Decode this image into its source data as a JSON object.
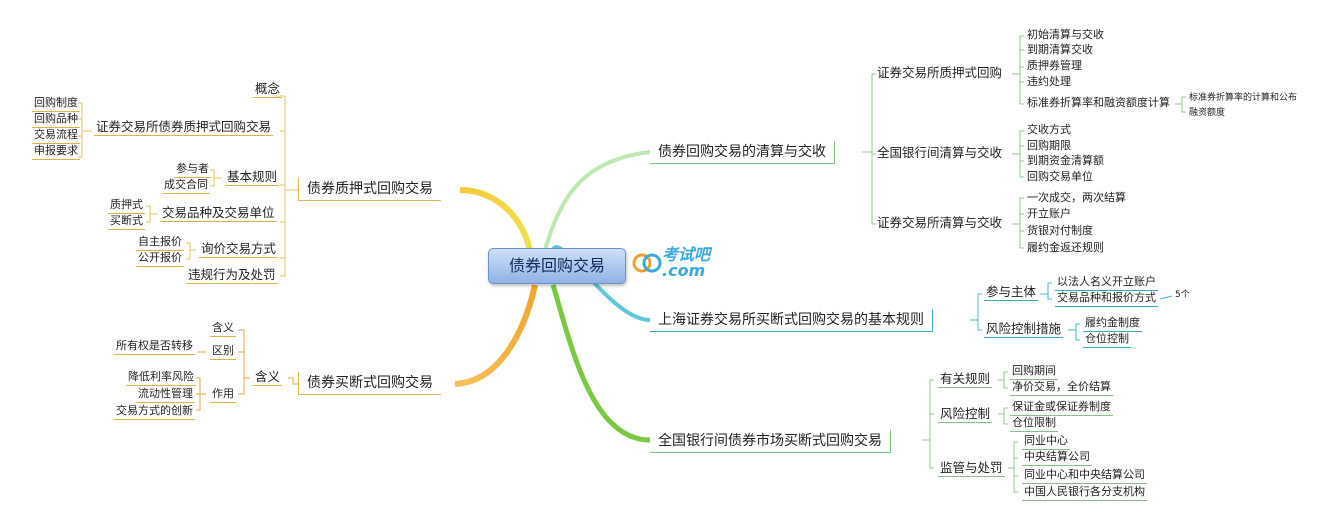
{
  "root": "债券回购交易",
  "logo": {
    "brand": "考试吧",
    "domain": ".com"
  },
  "left": {
    "pledge": {
      "label": "债券质押式回购交易",
      "concept": "概念",
      "exchange_pledge": {
        "label": "证券交易所债券质押式回购交易",
        "items": [
          "回购制度",
          "回购品种",
          "交易流程",
          "申报要求"
        ]
      },
      "basic_rules": {
        "label": "基本规则",
        "items": [
          "参与者",
          "成交合同"
        ]
      },
      "varieties": {
        "label": "交易品种及交易单位",
        "items": [
          "质押式",
          "买断式"
        ]
      },
      "inquiry": {
        "label": "询价交易方式",
        "items": [
          "自主报价",
          "公开报价"
        ]
      },
      "violation": "违规行为及处罚"
    },
    "outright": {
      "label": "债券买断式回购交易",
      "meaning": "含义",
      "sub_meaning": "含义",
      "difference": {
        "label": "区别",
        "items": [
          "所有权是否转移"
        ]
      },
      "function": {
        "label": "作用",
        "items": [
          "降低利率风险",
          "流动性管理",
          "交易方式的创新"
        ]
      }
    }
  },
  "right": {
    "clearing": {
      "label": "债券回购交易的清算与交收",
      "exchange_pledge": {
        "label": "证券交易所质押式回购",
        "items": [
          "初始清算与交收",
          "到期清算交收",
          "质押券管理",
          "违约处理",
          "标准券折算率和融资额度计算"
        ],
        "note": [
          "标准券折算率的计算和公布",
          "融资额度"
        ]
      },
      "interbank": {
        "label": "全国银行间清算与交收",
        "items": [
          "交收方式",
          "回购期限",
          "到期资金清算额",
          "回购交易单位"
        ]
      },
      "exchange": {
        "label": "证券交易所清算与交收",
        "items": [
          "一次成交，两次结算",
          "开立账户",
          "货银对付制度",
          "履约金返还规则"
        ]
      }
    },
    "shanghai": {
      "label": "上海证券交易所买断式回购交易的基本规则",
      "participants": {
        "label": "参与主体",
        "items": [
          "以法人名义开立账户",
          "交易品种和报价方式"
        ],
        "note": "5个"
      },
      "risk": {
        "label": "风险控制措施",
        "items": [
          "履约金制度",
          "仓位控制"
        ]
      }
    },
    "interbank_outright": {
      "label": "全国银行间债券市场买断式回购交易",
      "rules": {
        "label": "有关规则",
        "items": [
          "回购期间",
          "净价交易，全价结算"
        ]
      },
      "risk": {
        "label": "风险控制",
        "items": [
          "保证金或保证券制度",
          "仓位限制"
        ]
      },
      "supervision": {
        "label": "监管与处罚",
        "items": [
          "同业中心",
          "中央结算公司",
          "同业中心和中央结算公司",
          "中国人民银行各分支机构"
        ]
      }
    }
  }
}
